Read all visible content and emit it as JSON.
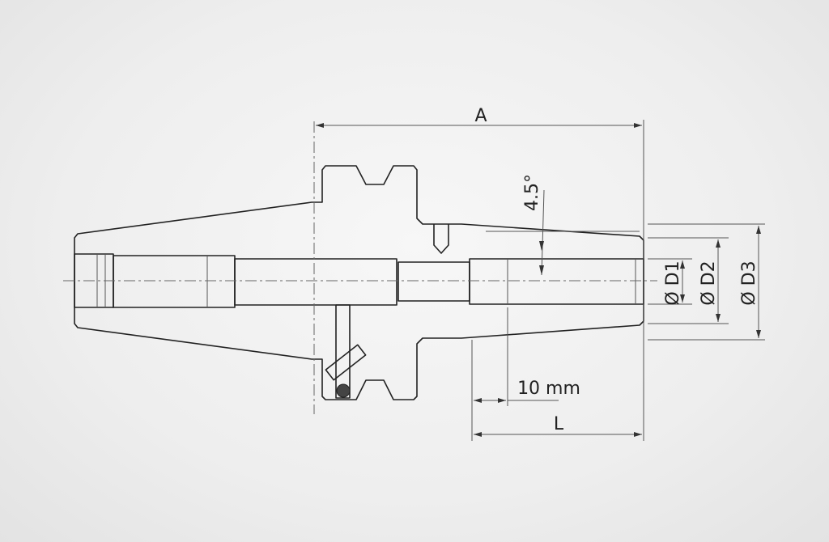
{
  "dimensions": {
    "overall_length": "A",
    "taper_angle": "4.5°",
    "d1": "Ø D1",
    "d2": "Ø D2",
    "d3": "Ø D3",
    "reference_length": "10 mm",
    "length": "L"
  },
  "colors": {
    "line": "#222222",
    "background": "#eeeeee"
  }
}
